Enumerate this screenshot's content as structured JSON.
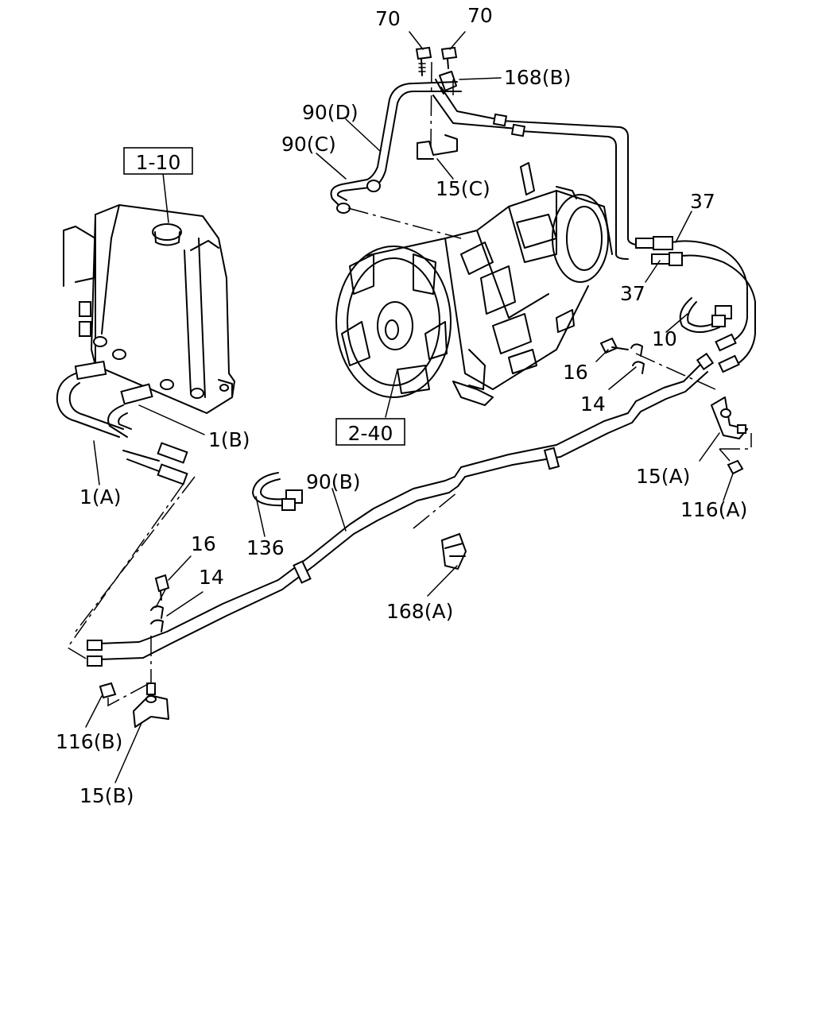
{
  "boxed_labels": [
    {
      "id": "ref-1-10",
      "text": "1-10"
    },
    {
      "id": "ref-2-40",
      "text": "2-40"
    }
  ],
  "callouts": [
    {
      "id": "70a",
      "text": "70"
    },
    {
      "id": "70b",
      "text": "70"
    },
    {
      "id": "168b",
      "text": "168(B)"
    },
    {
      "id": "90d",
      "text": "90(D)"
    },
    {
      "id": "90c",
      "text": "90(C)"
    },
    {
      "id": "15c",
      "text": "15(C)"
    },
    {
      "id": "37a",
      "text": "37"
    },
    {
      "id": "37b",
      "text": "37"
    },
    {
      "id": "10",
      "text": "10"
    },
    {
      "id": "16a",
      "text": "16"
    },
    {
      "id": "14a",
      "text": "14"
    },
    {
      "id": "15a",
      "text": "15(A)"
    },
    {
      "id": "116a",
      "text": "116(A)"
    },
    {
      "id": "1b",
      "text": "1(B)"
    },
    {
      "id": "1a",
      "text": "1(A)"
    },
    {
      "id": "90b",
      "text": "90(B)"
    },
    {
      "id": "136",
      "text": "136"
    },
    {
      "id": "168a",
      "text": "168(A)"
    },
    {
      "id": "16b",
      "text": "16"
    },
    {
      "id": "14b",
      "text": "14"
    },
    {
      "id": "116b",
      "text": "116(B)"
    },
    {
      "id": "15b",
      "text": "15(B)"
    }
  ]
}
